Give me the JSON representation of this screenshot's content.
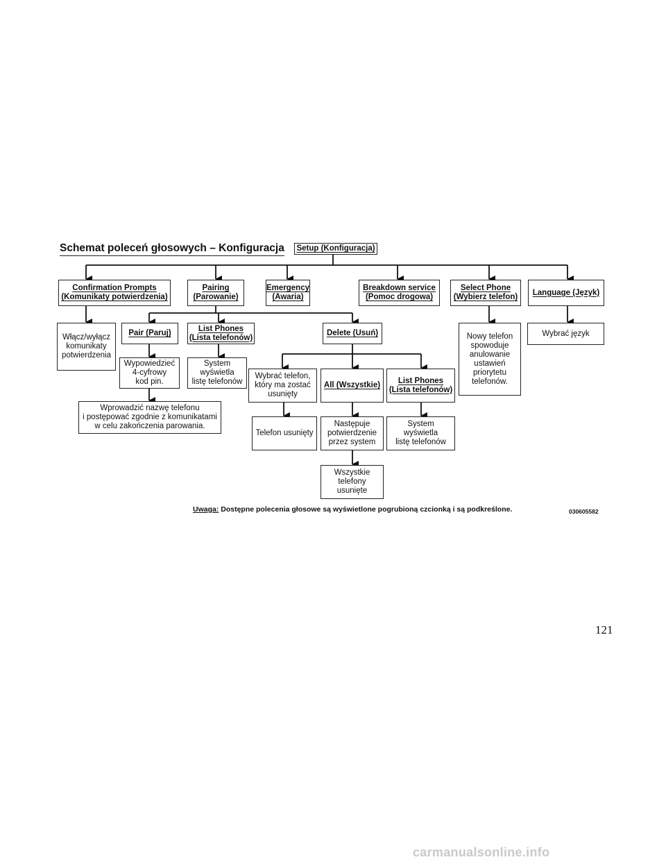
{
  "title": "Schemat poleceń głosowych – Konfiguracja",
  "root": {
    "lines": [
      "Setup (Konfiguracja)"
    ]
  },
  "level1": [
    {
      "lines": [
        "Confirmation Prompts",
        "(Komunikaty potwierdzenia)"
      ]
    },
    {
      "lines": [
        "Pairing",
        "(Parowanie)"
      ]
    },
    {
      "lines": [
        "Emergency",
        "(Awaria)"
      ]
    },
    {
      "lines": [
        "Breakdown service",
        "(Pomoc drogowa)"
      ]
    },
    {
      "lines": [
        "Select Phone",
        "(Wybierz telefon)"
      ]
    },
    {
      "lines": [
        "Language (Język)"
      ]
    }
  ],
  "pairing_children": [
    {
      "lines": [
        "Pair (Paruj)"
      ]
    },
    {
      "lines": [
        "List Phones",
        "(Lista telefonów)"
      ]
    },
    {
      "lines": [
        "Delete (Usuń)"
      ]
    }
  ],
  "descriptions": {
    "confirmation": [
      "Włącz/wyłącz",
      "komunikaty",
      "potwierdzenia"
    ],
    "pair_code": [
      "Wypowiedzieć",
      "4-cyfrowy",
      "kod pin."
    ],
    "pair_name": [
      "Wprowadzić nazwę telefonu",
      "i postępować zgodnie z komunikatami",
      "w celu zakończenia parowania."
    ],
    "list_system": [
      "System",
      "wyświetla",
      "listę telefonów"
    ],
    "select_phone": [
      "Nowy telefon",
      "spowoduje",
      "anulowanie",
      "ustawień",
      "priorytetu",
      "telefonów."
    ],
    "language": [
      "Wybrać język"
    ]
  },
  "delete_children": [
    {
      "lines": [
        "Wybrać telefon,",
        "który ma zostać",
        "usunięty"
      ]
    },
    {
      "lines": [
        "All (Wszystkie)"
      ]
    },
    {
      "lines": [
        "List Phones",
        "(Lista telefonów)"
      ]
    }
  ],
  "delete_results": [
    {
      "lines": [
        "Telefon usunięty"
      ]
    },
    {
      "lines": [
        "Następuje",
        "potwierdzenie",
        "przez system"
      ]
    },
    {
      "lines": [
        "System",
        "wyświetla",
        "listę telefonów"
      ]
    }
  ],
  "delete_all_final": {
    "lines": [
      "Wszystkie",
      "telefony",
      "usunięte"
    ]
  },
  "note": {
    "label": "Uwaga:",
    "text": " Dostępne polecenia głosowe są wyświetlone pogrubioną czcionką i są podkreślone."
  },
  "figure_code": "030605582",
  "page_number": "121",
  "watermark": "carmanualsonline.info"
}
